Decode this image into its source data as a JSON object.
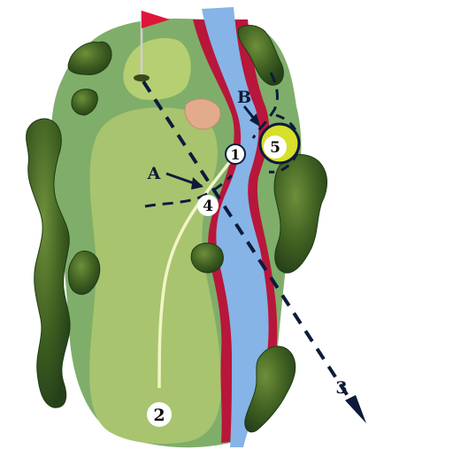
{
  "markers": {
    "m1": "1",
    "m2": "2",
    "m3": "3",
    "m4": "4",
    "m5": "5"
  },
  "letters": {
    "a": "A",
    "b": "B"
  },
  "colors": {
    "rough": "#7fae6a",
    "fairway": "#a8c46e",
    "green": "#b6cf72",
    "water": "#86b4e6",
    "hazard_line": "#b8163b",
    "bunker": "#e2ab8c",
    "tree_dark": "#3a5a1f",
    "flag": "#e0153a",
    "dash": "#0d1b3a",
    "ball_yellow": "#d6df2a"
  },
  "icons": {
    "flag": "flag-icon",
    "trees": "tree-cluster-icon"
  }
}
